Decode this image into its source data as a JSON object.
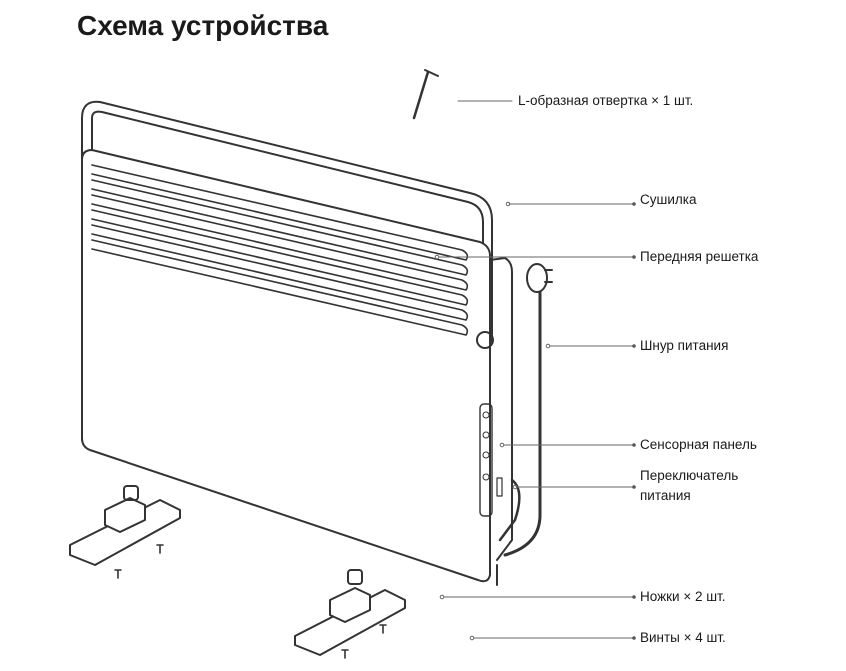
{
  "title": "Схема устройства",
  "labels": {
    "screwdriver": "L-образная отвертка × 1 шт.",
    "dryer": "Сушилка",
    "front_grille": "Передняя решетка",
    "power_cord": "Шнур питания",
    "touch_panel": "Сенсорная панель",
    "power_switch_line1": "Переключатель",
    "power_switch_line2": "питания",
    "legs": "Ножки × 2 шт.",
    "screws": "Винты × 4 шт."
  }
}
